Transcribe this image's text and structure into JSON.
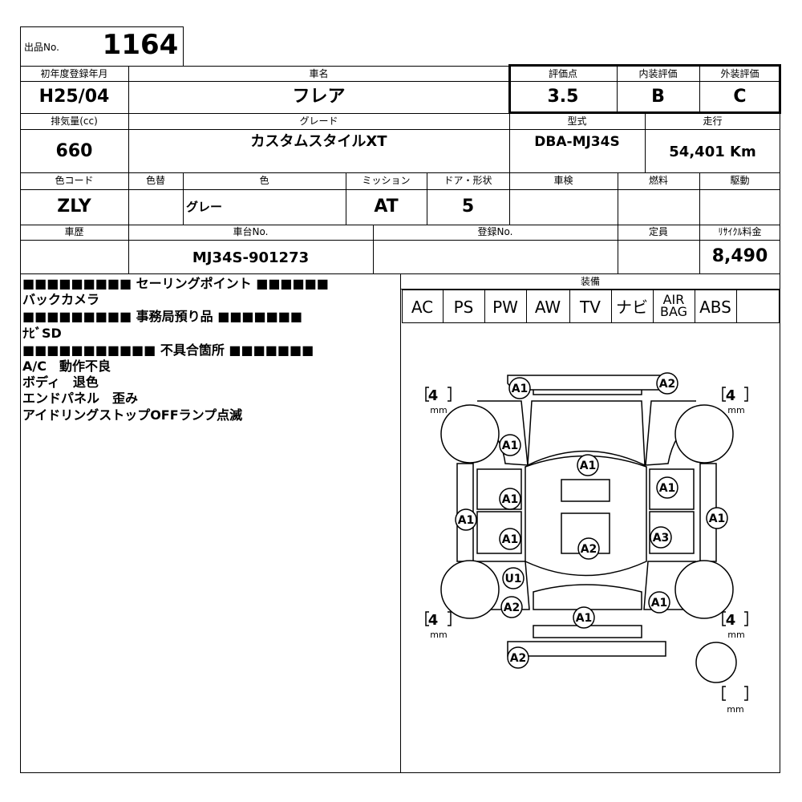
{
  "lot": {
    "label": "出品No.",
    "number": "1164"
  },
  "headers": {
    "first_reg": "初年度登録年月",
    "car_name": "車名",
    "score": "評価点",
    "interior": "内装評価",
    "exterior": "外装評価",
    "displacement": "排気量(cc)",
    "grade": "グレード",
    "model": "型式",
    "mileage": "走行",
    "color_code": "色コード",
    "color_change": "色替",
    "color": "色",
    "mission": "ミッション",
    "doors": "ドア・形状",
    "inspection": "車検",
    "fuel": "燃料",
    "drive": "駆動",
    "history": "車歴",
    "chassis": "車台No.",
    "registration": "登録No.",
    "capacity": "定員",
    "recycle": "ﾘｻｲｸﾙ料金",
    "equipment": "装備"
  },
  "values": {
    "first_reg": "H25/04",
    "car_name": "フレア",
    "score": "3.5",
    "interior": "B",
    "exterior": "C",
    "displacement": "660",
    "grade": "カスタムスタイルXT",
    "model": "DBA-MJ34S",
    "mileage": "54,401 Km",
    "color_code": "ZLY",
    "color_change": "",
    "color": "グレー",
    "mission": "AT",
    "doors": "5",
    "inspection": "",
    "fuel": "",
    "drive": "",
    "history": "",
    "chassis": "MJ34S-901273",
    "registration": "",
    "capacity": "",
    "recycle": "8,490"
  },
  "memo": [
    "■■■■■■■■■ セーリングポイント ■■■■■■",
    "バックカメラ",
    "■■■■■■■■■ 事務局預り品 ■■■■■■■",
    "ﾅﾋﾞSD",
    "■■■■■■■■■■■ 不具合箇所 ■■■■■■■",
    "A/C　動作不良",
    "ボディ　退色",
    "エンドパネル　歪み",
    "アイドリングストップOFFランプ点滅"
  ],
  "equipment": [
    "AC",
    "PS",
    "PW",
    "AW",
    "TV",
    "ナビ",
    "AIR BAG",
    "ABS",
    ""
  ],
  "tread": {
    "fl": "4",
    "fr": "4",
    "rl": "4",
    "rr": "4",
    "spare": "",
    "unit": "mm"
  },
  "marks": [
    "A1",
    "A2",
    "A1",
    "A1",
    "A1",
    "A1",
    "A1",
    "A1",
    "A1",
    "A3",
    "A2",
    "U1",
    "A2",
    "A1",
    "A1",
    "A2"
  ]
}
